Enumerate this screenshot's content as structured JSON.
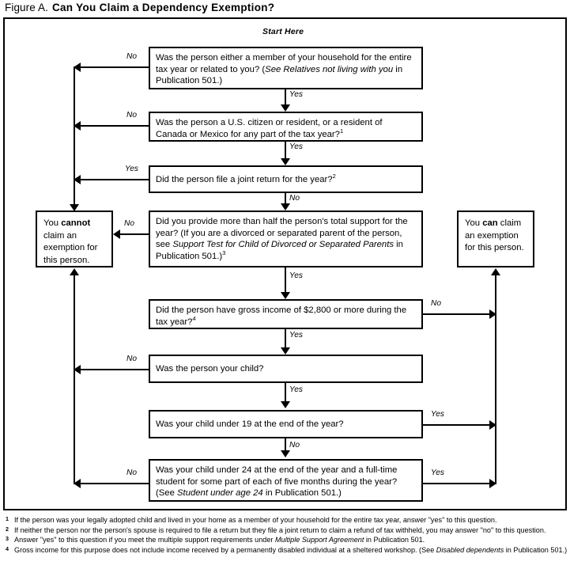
{
  "figure": {
    "label": "Figure A.",
    "title": "Can You Claim a Dependency Exemption?"
  },
  "start_label": "Start Here",
  "boxes": {
    "q1": {
      "text_1": "Was the person either a member of your household for the entire tax year or related to you? (",
      "italic_1": "See Relatives not living with you",
      "text_2": " in Publication 501.)"
    },
    "q2": {
      "text_1": "Was the person a U.S. citizen or resident, or a resident of Canada or Mexico for any part of the tax year?",
      "sup": "1"
    },
    "q3": {
      "text_1": "Did the person file a joint return for the year?",
      "sup": "2"
    },
    "q4": {
      "text_1": "Did you provide more than half the person's total support for the year? (If you are a divorced or separated parent of the person, see ",
      "italic_1": "Support Test for Child of Divorced or Separated Parents",
      "text_2": " in Publication 501.)",
      "sup": "3"
    },
    "q5": {
      "text_1": "Did the person have gross income of $2,800 or more during the tax year?",
      "sup": "4"
    },
    "q6": {
      "text_1": "Was the person your child?"
    },
    "q7": {
      "text_1": "Was your child under 19 at the end of the year?"
    },
    "q8": {
      "text_1": "Was your child under 24 at the end of the year and a full-time student for some part of each of five months during the year? (See ",
      "italic_1": "Student under age 24",
      "text_2": " in Publication 501.)"
    },
    "cannot": {
      "text_1": "You ",
      "bold_1": "cannot",
      "text_2": " claim an exemption for this person."
    },
    "can": {
      "text_1": "You ",
      "bold_1": "can",
      "text_2": " claim an exemption for this person."
    }
  },
  "edge_labels": {
    "q1_no": "No",
    "q1_yes": "Yes",
    "q2_no": "No",
    "q2_yes": "Yes",
    "q3_yes": "Yes",
    "q3_no": "No",
    "q4_no": "No",
    "q4_yes": "Yes",
    "q5_no": "No",
    "q5_yes": "Yes",
    "q6_no": "No",
    "q6_yes": "Yes",
    "q7_yes": "Yes",
    "q7_no": "No",
    "q8_no": "No",
    "q8_yes": "Yes"
  },
  "footnotes": [
    {
      "num": "1",
      "text_1": "If the person was your legally adopted child and lived in your home as a member of your household for the entire tax year, answer \"yes\" to this question."
    },
    {
      "num": "2",
      "text_1": "If neither the person nor the person's spouse is required to file a return but they file a joint return to claim a refund of tax withheld, you may answer \"no\" to this question."
    },
    {
      "num": "3",
      "text_1": "Answer \"yes\" to this question if you meet the multiple support requirements under ",
      "italic_1": "Multiple Support Agreement",
      "text_2": " in Publication 501."
    },
    {
      "num": "4",
      "text_1": "Gross income for this purpose does not include income received by a permanently disabled individual at a sheltered workshop. (See ",
      "italic_1": "Disabled dependents",
      "text_2": " in Publication 501.)"
    }
  ],
  "colors": {
    "ink": "#000000",
    "paper": "#ffffff"
  }
}
